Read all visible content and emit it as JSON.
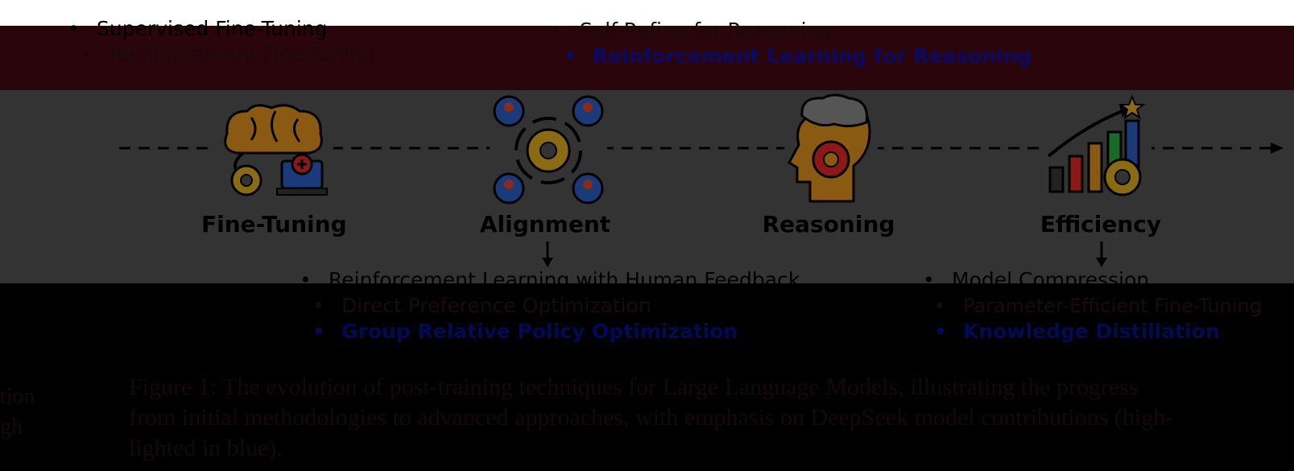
{
  "top_left_list": [
    {
      "label": "Supervised Fine-Tuning",
      "style": "black"
    },
    {
      "label": "Reinforcement Fine-Tuning",
      "style": "dim"
    }
  ],
  "top_right_list": [
    {
      "label": "Self-Refine for Reasoning",
      "style": "dim"
    },
    {
      "label": "Reinforcement Learning for Reasoning",
      "style": "blue"
    }
  ],
  "stages": [
    {
      "label": "Fine-Tuning",
      "icon": "brain-laptop-icon"
    },
    {
      "label": "Alignment",
      "icon": "people-gear-cycle-icon"
    },
    {
      "label": "Reasoning",
      "icon": "head-brain-gear-icon"
    },
    {
      "label": "Efficiency",
      "icon": "bar-chart-growth-icon"
    }
  ],
  "bottom_left_list": [
    {
      "label": "Reinforcement Learning with Human Feedback",
      "style": "black"
    },
    {
      "label": "Direct Preference Optimization",
      "style": "dim"
    },
    {
      "label": "Group Relative Policy Optimization",
      "style": "blue"
    }
  ],
  "bottom_right_list": [
    {
      "label": "Model Compression",
      "style": "black"
    },
    {
      "label": "Parameter-Efficient Fine-Tuning",
      "style": "dim"
    },
    {
      "label": "Knowledge Distillation",
      "style": "blue"
    }
  ],
  "caption": "Figure 1: The evolution of post-training techniques for Large Language Models, illustrating the progress\n    from initial methodologies to advanced approaches, with emphasis on DeepSeek model contributions (high-\n    lighted in blue).",
  "side_text": "tion\ngh",
  "colors": {
    "background": "#000000",
    "top_band": "#ffffff",
    "maroon_band": "#2a050c",
    "grey_band": "#333333",
    "highlight_blue": "#0a0a66"
  }
}
